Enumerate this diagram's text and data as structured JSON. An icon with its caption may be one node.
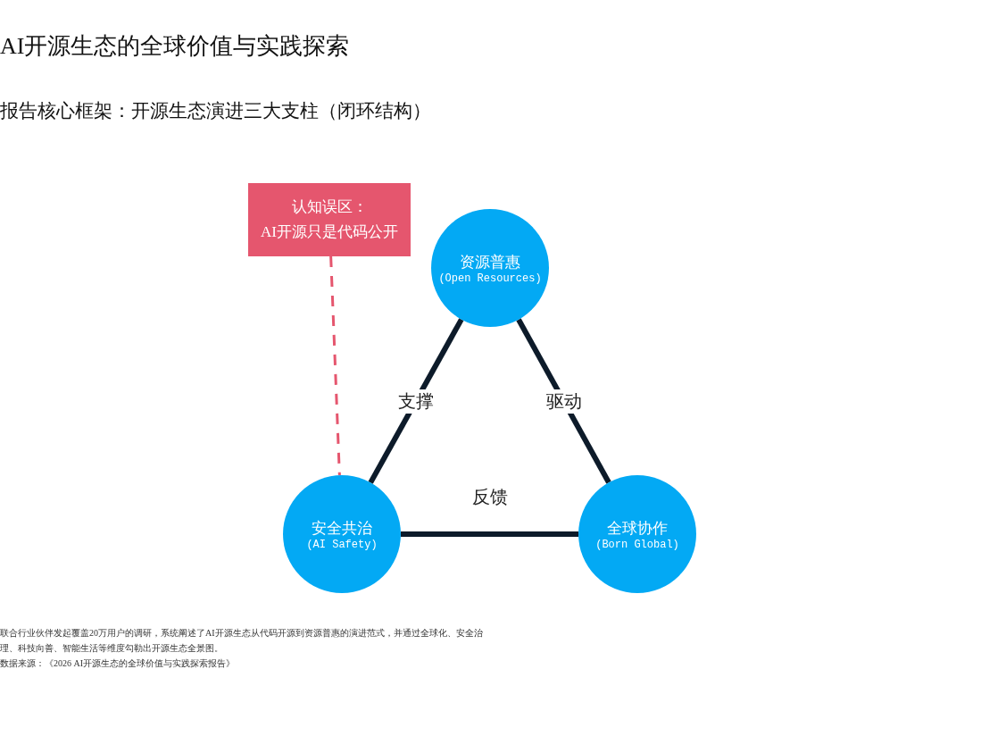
{
  "diagram": {
    "title": "AI开源生态的全球价值与实践探索",
    "nodes": [
      {
        "text": [
          "认知误区：",
          "AI开源只是代码公开"
        ]
      },
      {
        "text": [
          "资源普惠",
          "(Open Resources)"
        ]
      },
      {
        "text": [
          "安全共治",
          "(AI Safety)"
        ]
      },
      {
        "text": [
          "全球协作",
          "(Born Global)"
        ]
      }
    ],
    "edges": [
      {
        "from": 1,
        "to": 2,
        "arrow": "none",
        "label": "支撑"
      },
      {
        "from": 1,
        "to": 3,
        "arrow": "none",
        "label": "驱动"
      },
      {
        "from": 2,
        "to": 3,
        "arrow": "none",
        "label": "反馈"
      },
      {
        "from": 0,
        "to": 2,
        "arrow": "none",
        "style": "dashed",
        "color": "#e5566e"
      }
    ],
    "labels": [
      "报告核心框架：开源生态演进三大支柱（闭环结构）",
      "联合行业伙伴发起覆盖20万用户的调研，系统阐述了AI开源生态从代码开源到资源普惠的演进范式，并通过全球化、安全治理、科技向善、智能生活等维度勾勒出开源生态全景图。",
      "数据来源：《2026 AI开源生态的全球价值与实践探索报告》"
    ]
  }
}
